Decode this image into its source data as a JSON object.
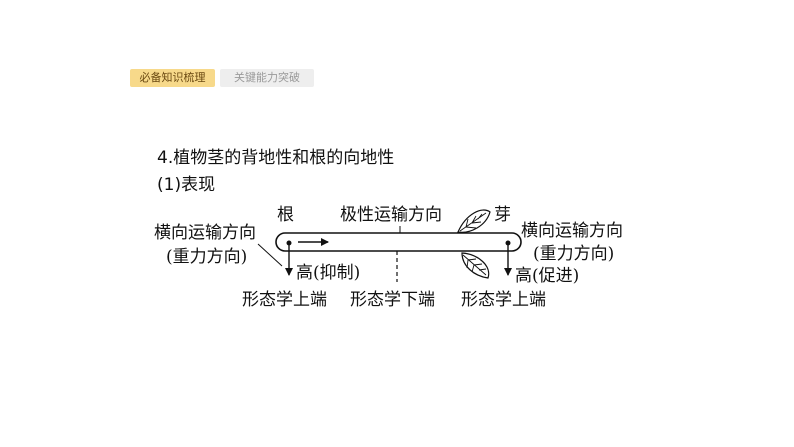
{
  "tabs": [
    {
      "label": "必备知识梳理",
      "active": true
    },
    {
      "label": "关键能力突破",
      "active": false
    }
  ],
  "section": {
    "heading": "4.植物茎的背地性和根的向地性",
    "subheading": "(1)表现"
  },
  "diagram": {
    "root_label": "根",
    "polar_label": "极性运输方向",
    "bud_label": "芽",
    "left_lateral_line1": "横向运输方向",
    "left_lateral_line2": "(重力方向)",
    "right_lateral_line1": "横向运输方向",
    "right_lateral_line2": "(重力方向)",
    "left_effect": "高(抑制)",
    "right_effect": "高(促进)",
    "bottom_left": "形态学上端",
    "bottom_middle": "形态学下端",
    "bottom_right": "形态学上端"
  },
  "colors": {
    "tab_active_bg": "#f7d98a",
    "tab_inactive_bg": "#eeeeee",
    "line": "#111111"
  }
}
